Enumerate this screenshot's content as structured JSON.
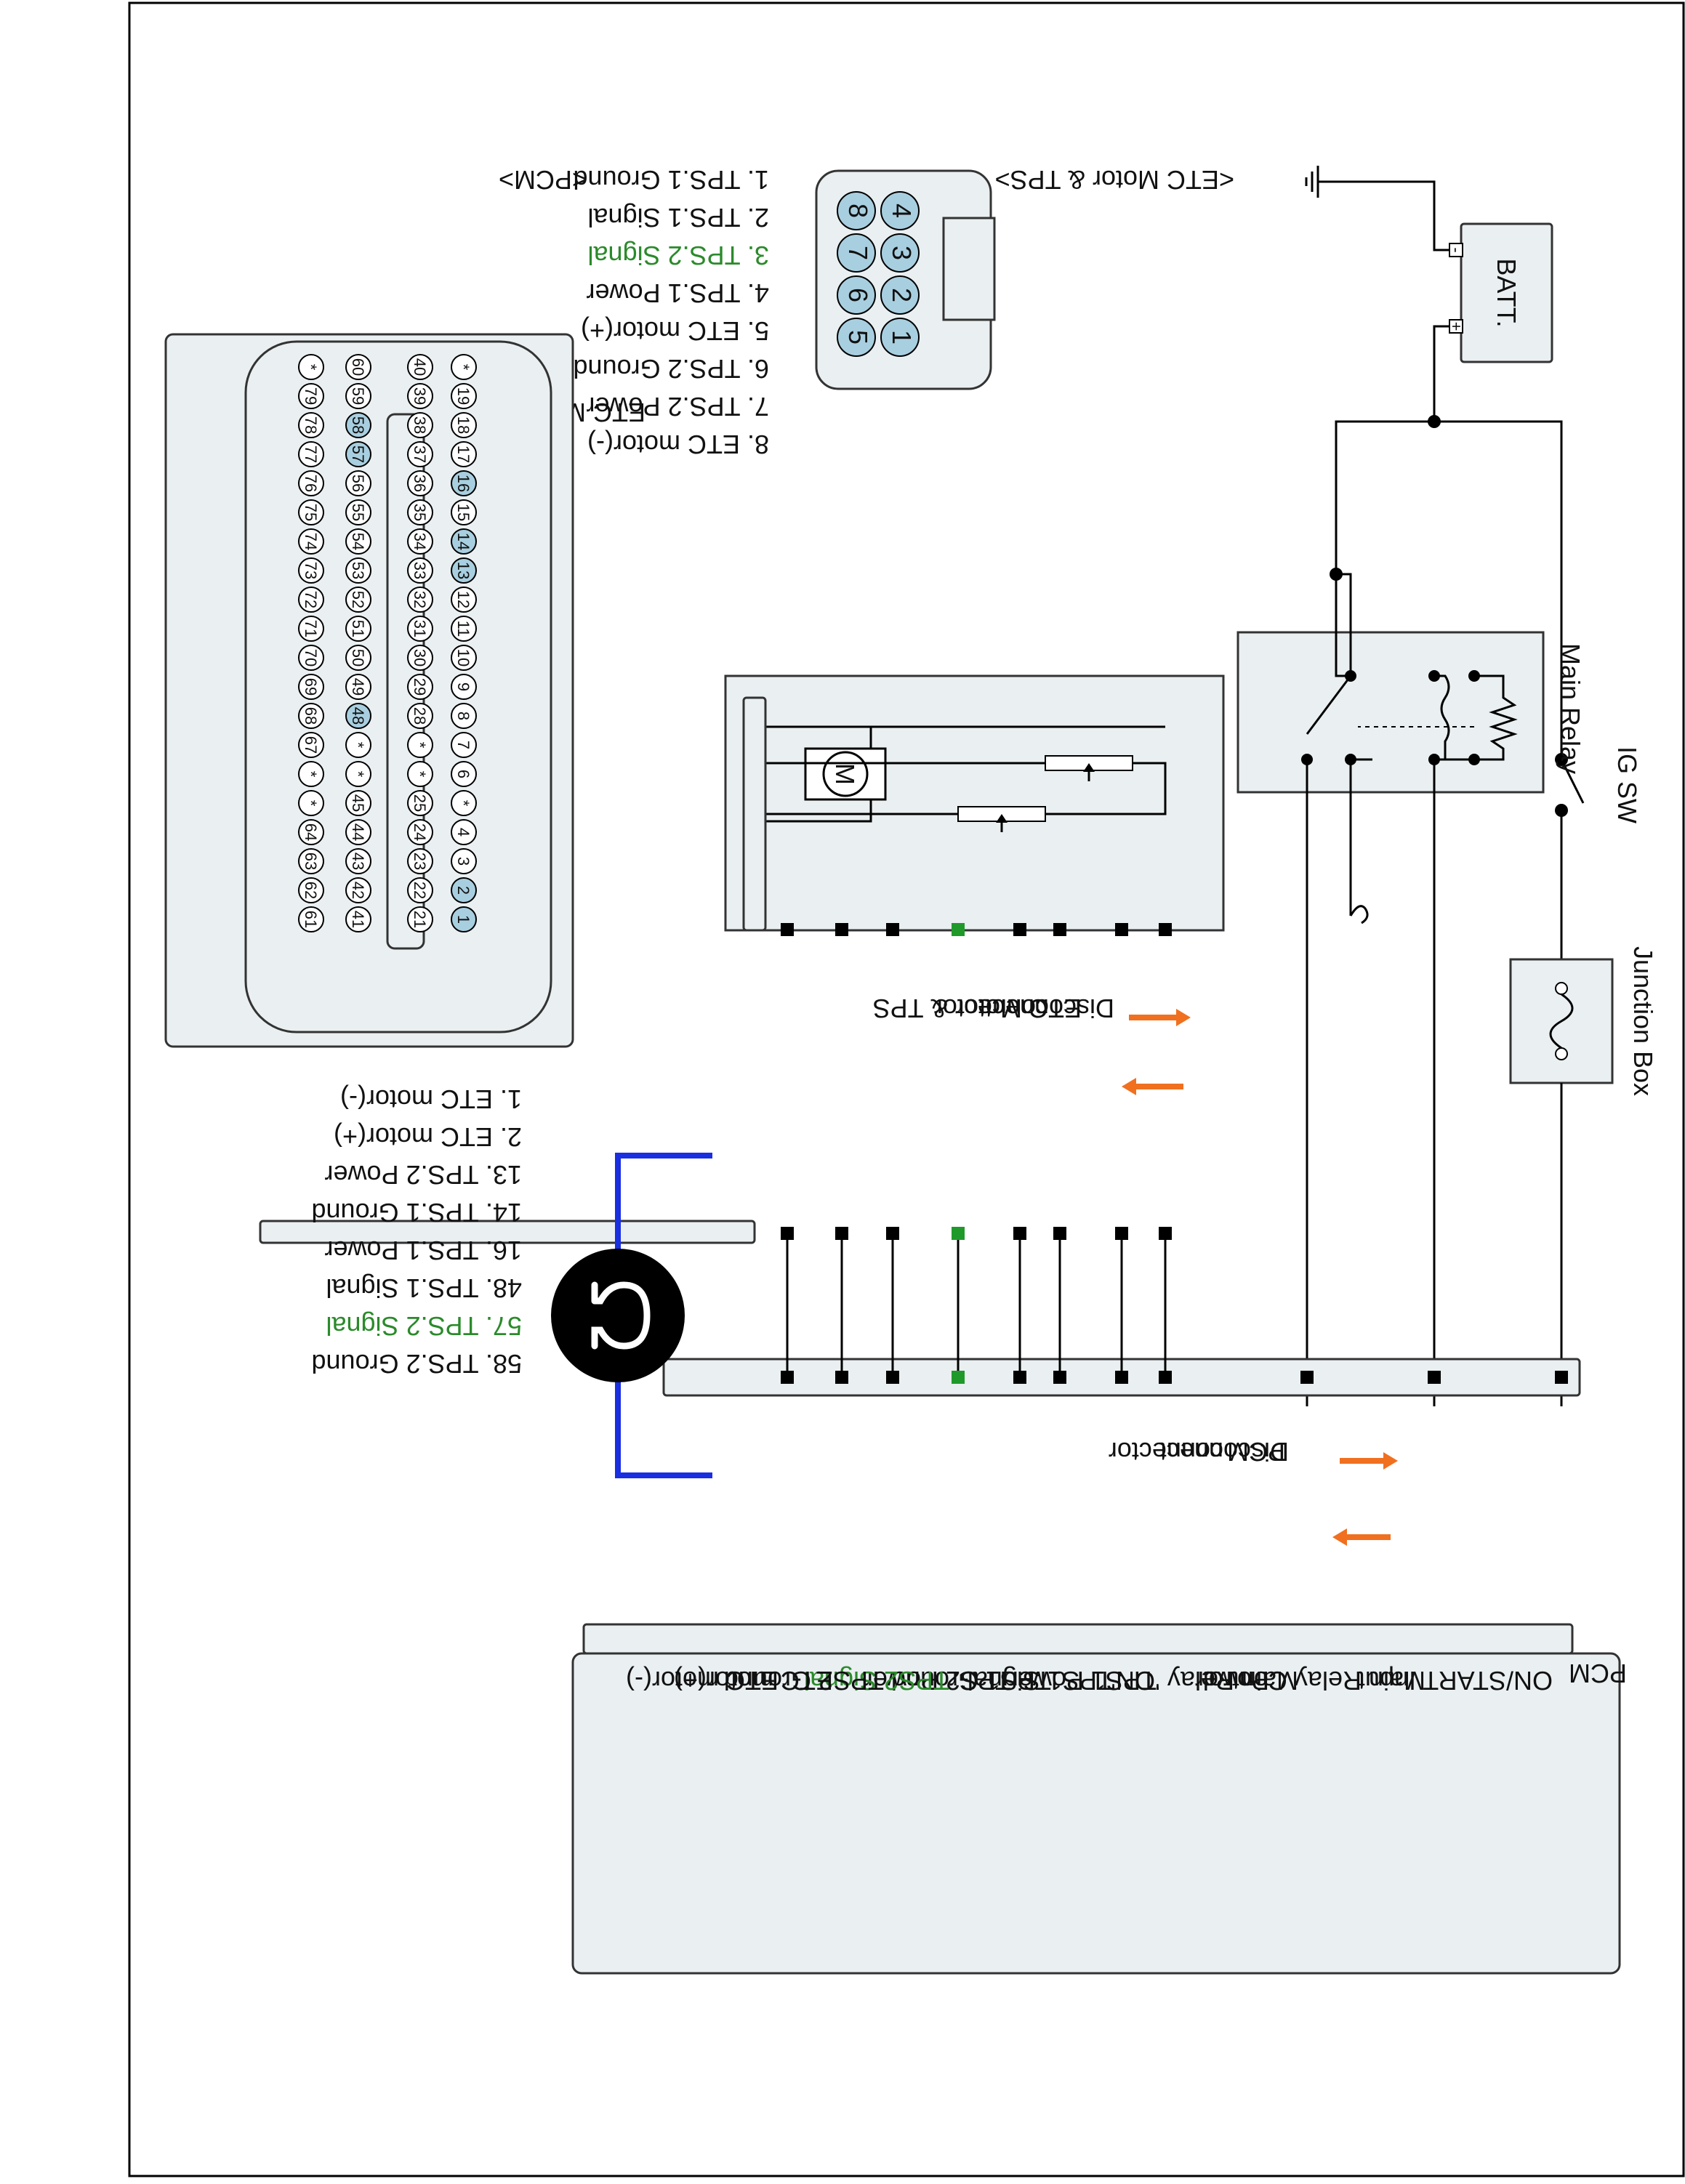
{
  "power": {
    "battery_label": "BATT.",
    "minus_sign": "-",
    "plus_sign": "+",
    "ig_switch_label": "IG SW",
    "main_relay_label": "Main Relay",
    "junction_box_label": "Junction Box"
  },
  "etc_connector": {
    "title": "<ETC Motor & TPS>",
    "pins": [
      "4",
      "3",
      "2",
      "1",
      "8",
      "7",
      "6",
      "5"
    ],
    "legend": [
      {
        "text": "1. TPS.1 Ground",
        "highlight": false
      },
      {
        "text": "2. TPS.1 Signal",
        "highlight": false
      },
      {
        "text": "3. TPS.2 Signal",
        "highlight": true
      },
      {
        "text": "4. TPS.1 Power",
        "highlight": false
      },
      {
        "text": "5. ETC motor(+)",
        "highlight": false
      },
      {
        "text": "6. TPS.2 Ground",
        "highlight": false
      },
      {
        "text": "7. TPS.2 Power",
        "highlight": false
      },
      {
        "text": "8. ETC motor(-)",
        "highlight": false
      }
    ]
  },
  "pcm_connector": {
    "title": "<PCM>",
    "rows": [
      [
        "*",
        "19",
        "18",
        "17",
        "16",
        "15",
        "14",
        "13",
        "12",
        "11",
        "10",
        "9",
        "8",
        "7",
        "6",
        "*",
        "4",
        "3",
        "2",
        "1"
      ],
      [
        "40",
        "39",
        "38",
        "37",
        "36",
        "35",
        "34",
        "33",
        "32",
        "31",
        "30",
        "29",
        "28",
        "*",
        "*",
        "25",
        "24",
        "23",
        "22",
        "21"
      ],
      [
        "60",
        "59",
        "58",
        "57",
        "56",
        "55",
        "54",
        "53",
        "52",
        "51",
        "50",
        "49",
        "48",
        "*",
        "*",
        "45",
        "44",
        "43",
        "42",
        "41"
      ],
      [
        "*",
        "79",
        "78",
        "77",
        "76",
        "75",
        "74",
        "73",
        "72",
        "71",
        "70",
        "69",
        "68",
        "67",
        "*",
        "*",
        "64",
        "63",
        "62",
        "61"
      ]
    ],
    "highlighted_pins": [
      "1",
      "2",
      "13",
      "14",
      "16",
      "48",
      "57",
      "58"
    ],
    "legend": [
      {
        "text": "1. ETC motor(-)",
        "highlight": false
      },
      {
        "text": "2. ETC motor(+)",
        "highlight": false
      },
      {
        "text": "13. TPS.2 Power",
        "highlight": false
      },
      {
        "text": "14. TPS.1 Ground",
        "highlight": false
      },
      {
        "text": "16. TPS.1 Power",
        "highlight": false
      },
      {
        "text": "48. TPS.1 Signal",
        "highlight": false
      },
      {
        "text": "57. TPS.2 Signal",
        "highlight": true
      },
      {
        "text": "58. TPS.2 Ground",
        "highlight": false
      }
    ]
  },
  "etc_module": {
    "title": "ETC Motor & TPS",
    "motor_symbol": "M"
  },
  "disconnect_etc": {
    "line1": "Disconnect",
    "line2": "ETC Motor & TPS",
    "line3": "connector"
  },
  "disconnect_pcm": {
    "line1": "Disconnect",
    "line2": "PCM",
    "line3": "connector"
  },
  "pcm_module": {
    "title": "PCM",
    "terminals": [
      {
        "text": "ON/START Input",
        "highlight": false
      },
      {
        "text": "Main Relay Control",
        "highlight": false
      },
      {
        "text": "Main Relay 'ON'",
        "text2": "Power",
        "highlight": false
      },
      {
        "text": "TPS1 Power",
        "highlight": false
      },
      {
        "text": "TPS1 Signal",
        "highlight": false
      },
      {
        "text": "TPS1 Ground",
        "highlight": false
      },
      {
        "text": "TPS2 Power",
        "highlight": false
      },
      {
        "text": "TPS2 Signal",
        "highlight": true
      },
      {
        "text": "TPS2 Ground",
        "highlight": false
      },
      {
        "text": "ETC motor(+)",
        "highlight": false
      },
      {
        "text": "ETC motor(-)",
        "highlight": false
      }
    ]
  },
  "colors": {
    "highlight_text": "#2b8a2b",
    "highlight_pin": "#a8cfe0",
    "ohmmeter_wire": "#1a2fe0",
    "arrow": "#f07020",
    "signal_terminal": "#1f9a2a"
  }
}
